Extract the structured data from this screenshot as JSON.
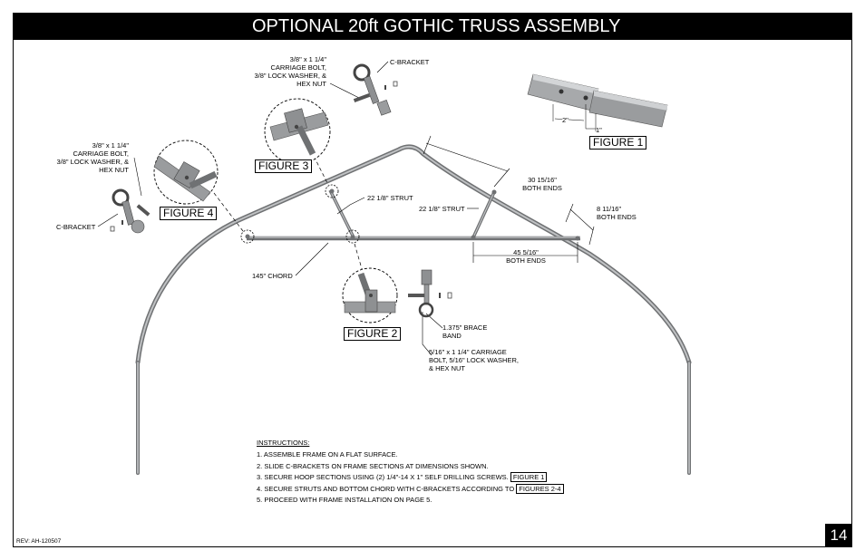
{
  "title": "OPTIONAL 20ft GOTHIC TRUSS ASSEMBLY",
  "page_number": "14",
  "revision": "REV: AH-120507",
  "figures": {
    "fig1": "FIGURE 1",
    "fig2": "FIGURE 2",
    "fig3": "FIGURE 3",
    "fig4": "FIGURE 4"
  },
  "labels": {
    "bolt_top_1": "3/8\" x 1 1/4\"",
    "bolt_top_2": "CARRIAGE BOLT,",
    "bolt_top_3": "3/8\" LOCK WASHER, &",
    "bolt_top_4": "HEX NUT",
    "cbracket_top": "C-BRACKET",
    "bolt_left_1": "3/8\" x 1 1/4\"",
    "bolt_left_2": "CARRIAGE BOLT,",
    "bolt_left_3": "3/8\" LOCK WASHER, &",
    "bolt_left_4": "HEX NUT",
    "cbracket_left": "C-BRACKET",
    "strut_left": "22 1/8\" STRUT",
    "strut_right": "22 1/8\" STRUT",
    "dim_30_1": "30 15/16\"",
    "dim_30_2": "BOTH ENDS",
    "dim_8_1": "8 11/16\"",
    "dim_8_2": "BOTH ENDS",
    "dim_45_1": "45 5/16\"",
    "dim_45_2": "BOTH ENDS",
    "chord": "145\" CHORD",
    "brace_1": "1.375\" BRACE",
    "brace_2": "BAND",
    "bolt_bottom_1": "5/16\" x 1 1/4\" CARRIAGE",
    "bolt_bottom_2": "BOLT, 5/16\" LOCK WASHER,",
    "bolt_bottom_3": "& HEX NUT",
    "dim_2": "2\"",
    "dim_1": "1\""
  },
  "instructions": {
    "heading": "INSTRUCTIONS:",
    "step1": "1. ASSEMBLE FRAME ON A FLAT SURFACE.",
    "step2": "2. SLIDE C-BRACKETS ON FRAME SECTIONS AT DIMENSIONS SHOWN.",
    "step3": "3. SECURE HOOP SECTIONS USING (2) 1/4\"-14 X 1\" SELF DRILLING SCREWS.",
    "step3_ref": "FIGURE 1",
    "step4": "4. SECURE STRUTS AND BOTTOM CHORD WITH C-BRACKETS ACCORDING TO",
    "step4_ref": "FIGURES 2-4",
    "step5": "5. PROCEED WITH FRAME INSTALLATION ON PAGE 5."
  },
  "colors": {
    "frame_pipe": "#9a9c9e",
    "pipe_dark": "#6f7173",
    "bracket": "#8e9092"
  }
}
